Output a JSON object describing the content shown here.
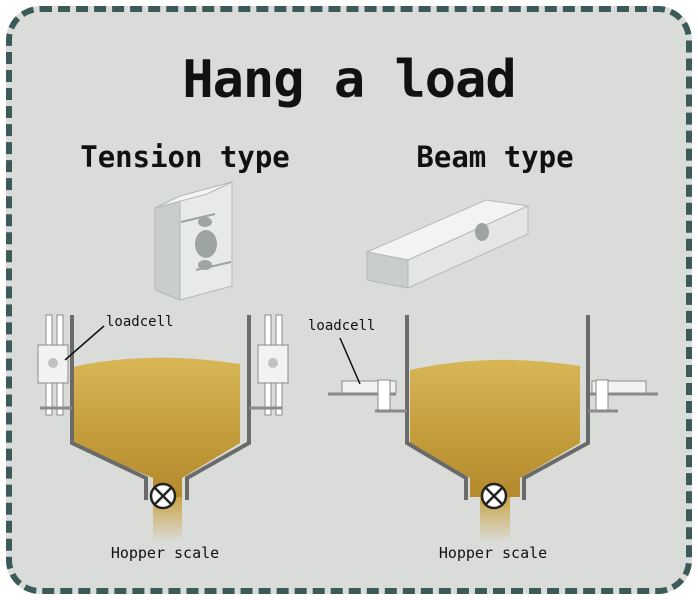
{
  "title": "Hang a load",
  "left": {
    "heading": "Tension type",
    "loadcell_label": "loadcell",
    "caption": "Hopper scale"
  },
  "right": {
    "heading": "Beam type",
    "loadcell_label": "loadcell",
    "caption": "Hopper scale"
  },
  "colors": {
    "background": "#dadcda",
    "border": "#3c5a58",
    "material": "#c6a23f",
    "hopper_line": "#6a6a6a"
  },
  "icons": [
    "tension-loadcell-icon",
    "beam-loadcell-icon",
    "valve-icon"
  ]
}
